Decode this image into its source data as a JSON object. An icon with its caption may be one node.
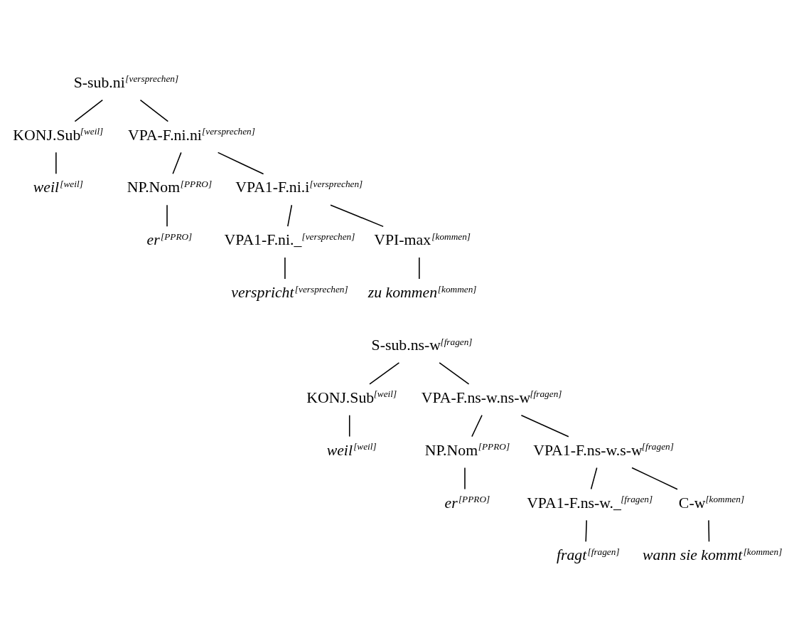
{
  "diagram": {
    "nodes": [
      {
        "text": [
          "S-sub.ni$^{[versprechen]}$"
        ]
      },
      {
        "text": [
          "KONJ.Sub$^{[weil]}$"
        ]
      },
      {
        "text": [
          "VPA-F.ni.ni$^{[versprechen]}$"
        ]
      },
      {
        "text": [
          "*weil*$^{[weil]}$"
        ]
      },
      {
        "text": [
          "NP.Nom$^{[PPRO]}$"
        ]
      },
      {
        "text": [
          "VPA1-F.ni.i$^{[versprechen]}$"
        ]
      },
      {
        "text": [
          "*er*$^{[PPRO]}$"
        ]
      },
      {
        "text": [
          "VPA1-F.ni._$^{[versprechen]}$"
        ]
      },
      {
        "text": [
          "VPI-max$^{[kommen]}$"
        ]
      },
      {
        "text": [
          "*verspricht*$^{[versprechen]}$"
        ]
      },
      {
        "text": [
          "*zu kommen*$^{[kommen]}$"
        ]
      },
      {
        "text": [
          "S-sub.ns-w$^{[fragen]}$"
        ]
      },
      {
        "text": [
          "KONJ.Sub$^{[weil]}$"
        ]
      },
      {
        "text": [
          "VPA-F.ns-w.ns-w$^{[fragen]}$"
        ]
      },
      {
        "text": [
          "*weil*$^{[weil]}$"
        ]
      },
      {
        "text": [
          "NP.Nom$^{[PPRO]}$"
        ]
      },
      {
        "text": [
          "VPA1-F.ns-w.s-w$^{[fragen]}$"
        ]
      },
      {
        "text": [
          "*er*$^{[PPRO]}$"
        ]
      },
      {
        "text": [
          "VPA1-F.ns-w._$^{[fragen]}$"
        ]
      },
      {
        "text": [
          "C-w$^{[kommen]}$"
        ]
      },
      {
        "text": [
          "*fragt*$^{[fragen]}$"
        ]
      },
      {
        "text": [
          "*wann sie kommt*$^{[kommen]}$"
        ]
      }
    ],
    "edges": [
      {
        "from": 0,
        "to": 1,
        "arrow": "none"
      },
      {
        "from": 0,
        "to": 2,
        "arrow": "none"
      },
      {
        "from": 1,
        "to": 3,
        "arrow": "none"
      },
      {
        "from": 2,
        "to": 4,
        "arrow": "none"
      },
      {
        "from": 2,
        "to": 5,
        "arrow": "none"
      },
      {
        "from": 4,
        "to": 6,
        "arrow": "none"
      },
      {
        "from": 5,
        "to": 7,
        "arrow": "none"
      },
      {
        "from": 5,
        "to": 8,
        "arrow": "none"
      },
      {
        "from": 7,
        "to": 9,
        "arrow": "none"
      },
      {
        "from": 8,
        "to": 10,
        "arrow": "none"
      },
      {
        "from": 11,
        "to": 12,
        "arrow": "none"
      },
      {
        "from": 11,
        "to": 13,
        "arrow": "none"
      },
      {
        "from": 12,
        "to": 14,
        "arrow": "none"
      },
      {
        "from": 13,
        "to": 15,
        "arrow": "none"
      },
      {
        "from": 13,
        "to": 16,
        "arrow": "none"
      },
      {
        "from": 15,
        "to": 17,
        "arrow": "none"
      },
      {
        "from": 16,
        "to": 18,
        "arrow": "none"
      },
      {
        "from": 16,
        "to": 19,
        "arrow": "none"
      },
      {
        "from": 18,
        "to": 20,
        "arrow": "none"
      },
      {
        "from": 19,
        "to": 21,
        "arrow": "none"
      }
    ]
  }
}
